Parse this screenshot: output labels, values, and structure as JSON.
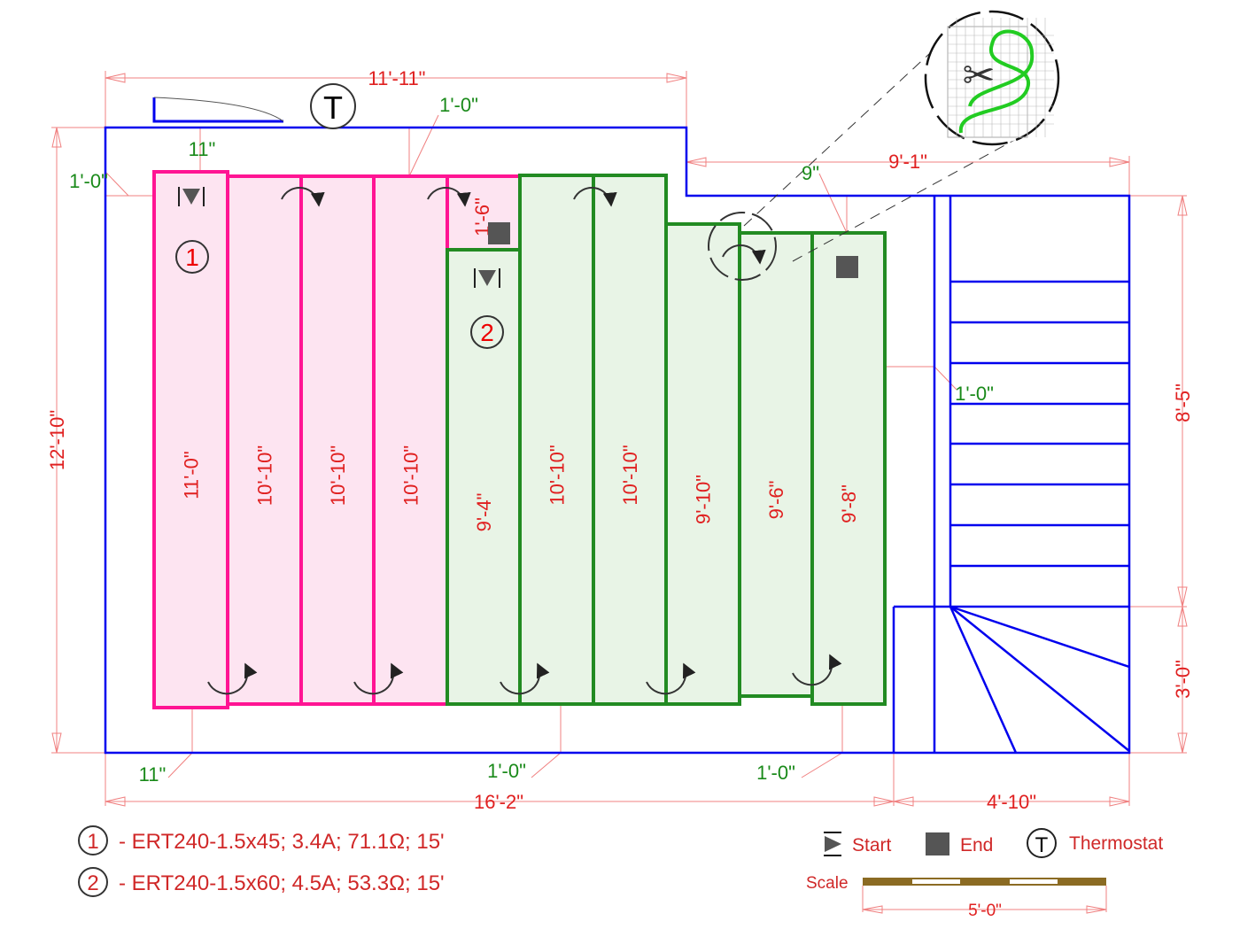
{
  "plan": {
    "strips_zone1": [
      "11'-0\"",
      "10'-10\"",
      "10'-10\"",
      "10'-10\""
    ],
    "small_box": "1'-6\"",
    "strips_zone2": [
      "9'-4\"",
      "10'-10\"",
      "10'-10\"",
      "9'-10\"",
      "9'-6\"",
      "9'-8\""
    ],
    "zone1_marker": "1",
    "zone2_marker": "2",
    "thermostat_marker": "T"
  },
  "dimensions": {
    "top_width": "11'-11\"",
    "offset_top": "1'-0\"",
    "offset_top_11": "11\"",
    "offset_left": "1'-0\"",
    "left_height": "12'-10\"",
    "right_upper_width": "9'-1\"",
    "offset_9": "9\"",
    "offset_right": "1'-0\"",
    "right_height_upper": "8'-5\"",
    "right_height_lower": "3'-0\"",
    "bottom_offset_11": "11\"",
    "bottom_offset_mid": "1'-0\"",
    "bottom_offset_right": "1'-0\"",
    "bottom_width": "16'-2\"",
    "stair_width": "4'-10\""
  },
  "legend": {
    "zone1": "- ERT240-1.5x45; 3.4A; 71.1Ω; 15'",
    "zone2": "- ERT240-1.5x60; 4.5A; 53.3Ω; 15'",
    "start": "Start",
    "end": "End",
    "thermostat": "Thermostat",
    "scale": "Scale",
    "scale_length": "5'-0\""
  },
  "colors": {
    "wall": "#0000ee",
    "zone1": "#ff1493",
    "zone1_fill": "#fde4f1",
    "zone2": "#228b22",
    "zone2_fill": "#e8f4e6",
    "dim": "#e02020"
  }
}
